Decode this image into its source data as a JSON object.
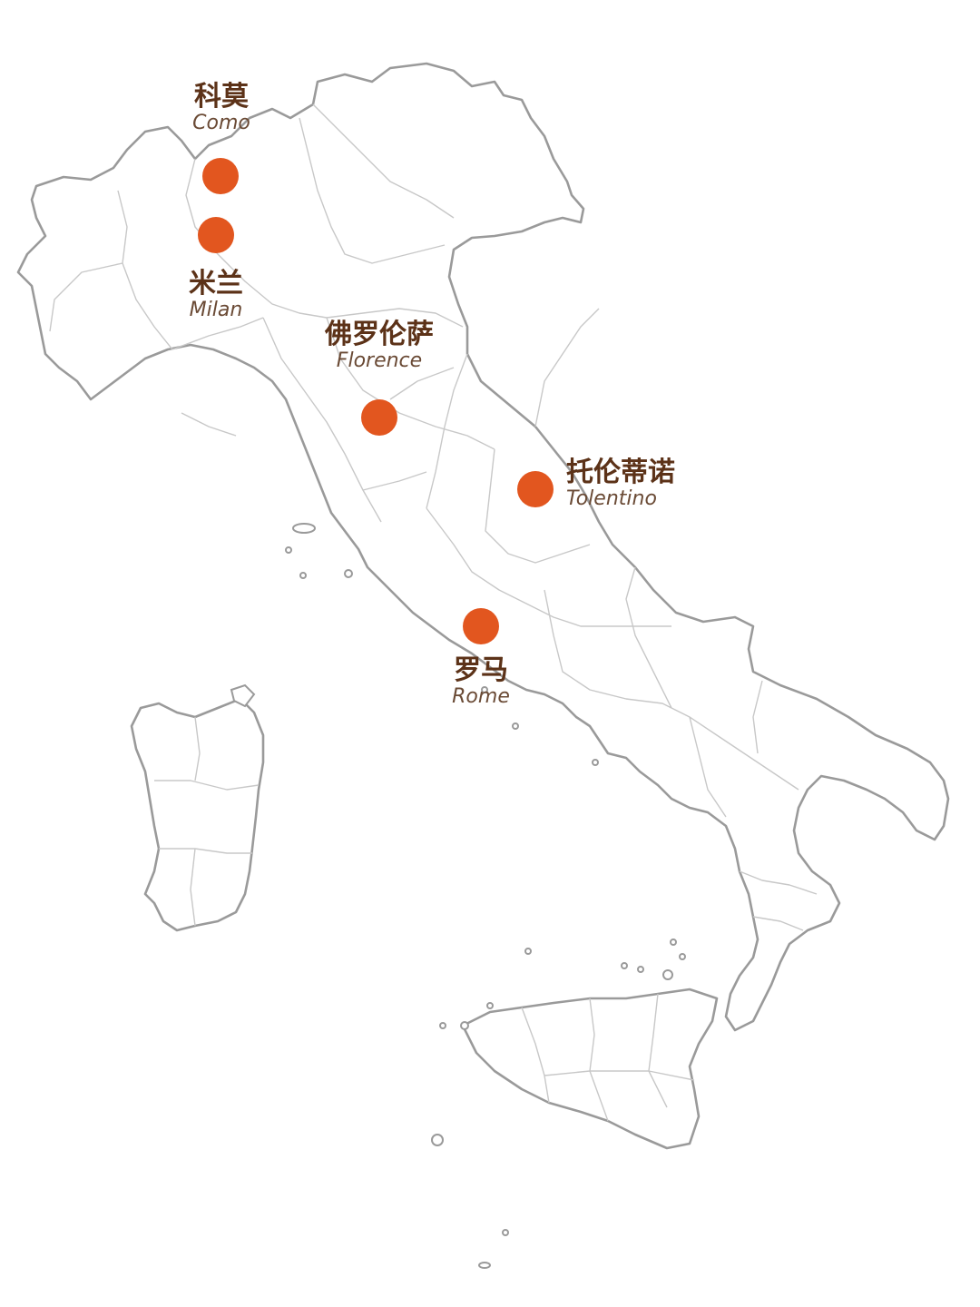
{
  "map": {
    "colors": {
      "marker": "#e2561f",
      "label_zh": "#5c3218",
      "label_en": "#6a4a35",
      "border": "#9a9a9a",
      "region_border": "#c8c8c8"
    },
    "cities": [
      {
        "id": "como",
        "name_zh": "科莫",
        "name_en": "Como"
      },
      {
        "id": "milan",
        "name_zh": "米兰",
        "name_en": "Milan"
      },
      {
        "id": "florence",
        "name_zh": "佛罗伦萨",
        "name_en": "Florence"
      },
      {
        "id": "tolentino",
        "name_zh": "托伦蒂诺",
        "name_en": "Tolentino"
      },
      {
        "id": "rome",
        "name_zh": "罗马",
        "name_en": "Rome"
      }
    ]
  }
}
